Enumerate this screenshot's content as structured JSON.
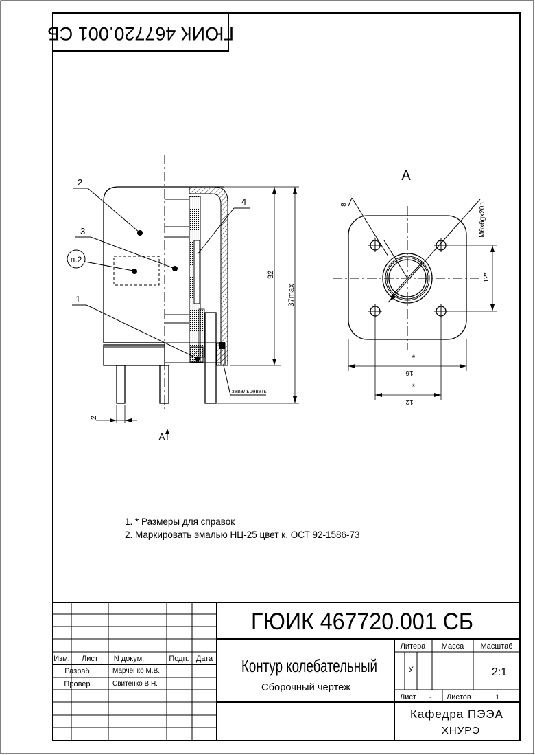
{
  "stamp_mirrored": "ГЮИК 467720.001 СБ",
  "notes": [
    "1. * Размеры для справок",
    "2. Маркировать эмалью НЦ-25 цвет к. ОСТ 92-1586-73"
  ],
  "drawing": {
    "view_label": "А",
    "section_label": "А",
    "callouts": [
      "1",
      "2",
      "3",
      "4"
    ],
    "point_label": "п.2",
    "dim_32": "32",
    "dim_37": "37max",
    "dim_2": "2",
    "roll_label": "завальцевать",
    "dim_8": "8",
    "thread_label": "M6x6gx20h",
    "dim_12v": "12*",
    "dim_16": "16",
    "dim_12h": "12",
    "star1": "*",
    "star2": "*"
  },
  "title_block": {
    "designation": "ГЮИК  467720.001  СБ",
    "title": "Контур колебательный",
    "subtitle": "Сборочный чертеж",
    "col_izm": "Изм.",
    "col_list": "Лист",
    "col_doc": "N докум.",
    "col_podp": "Подп.",
    "col_data": "Дата",
    "row_razrab": "Разраб.",
    "row_prover": "Провер.",
    "name_razrab": "Марченко М.В.",
    "name_prover": "Свитенко В.Н.",
    "litera_h": "Литера",
    "massa_h": "Масса",
    "masshtab_h": "Масштаб",
    "litera_v": "У",
    "scale_v": "2:1",
    "sheet_label": "Лист",
    "sheet_value": "-",
    "sheets_label": "Листов",
    "sheets_value": "1",
    "org1": "Кафедра ПЭЭА",
    "org2": "ХНУРЭ"
  }
}
